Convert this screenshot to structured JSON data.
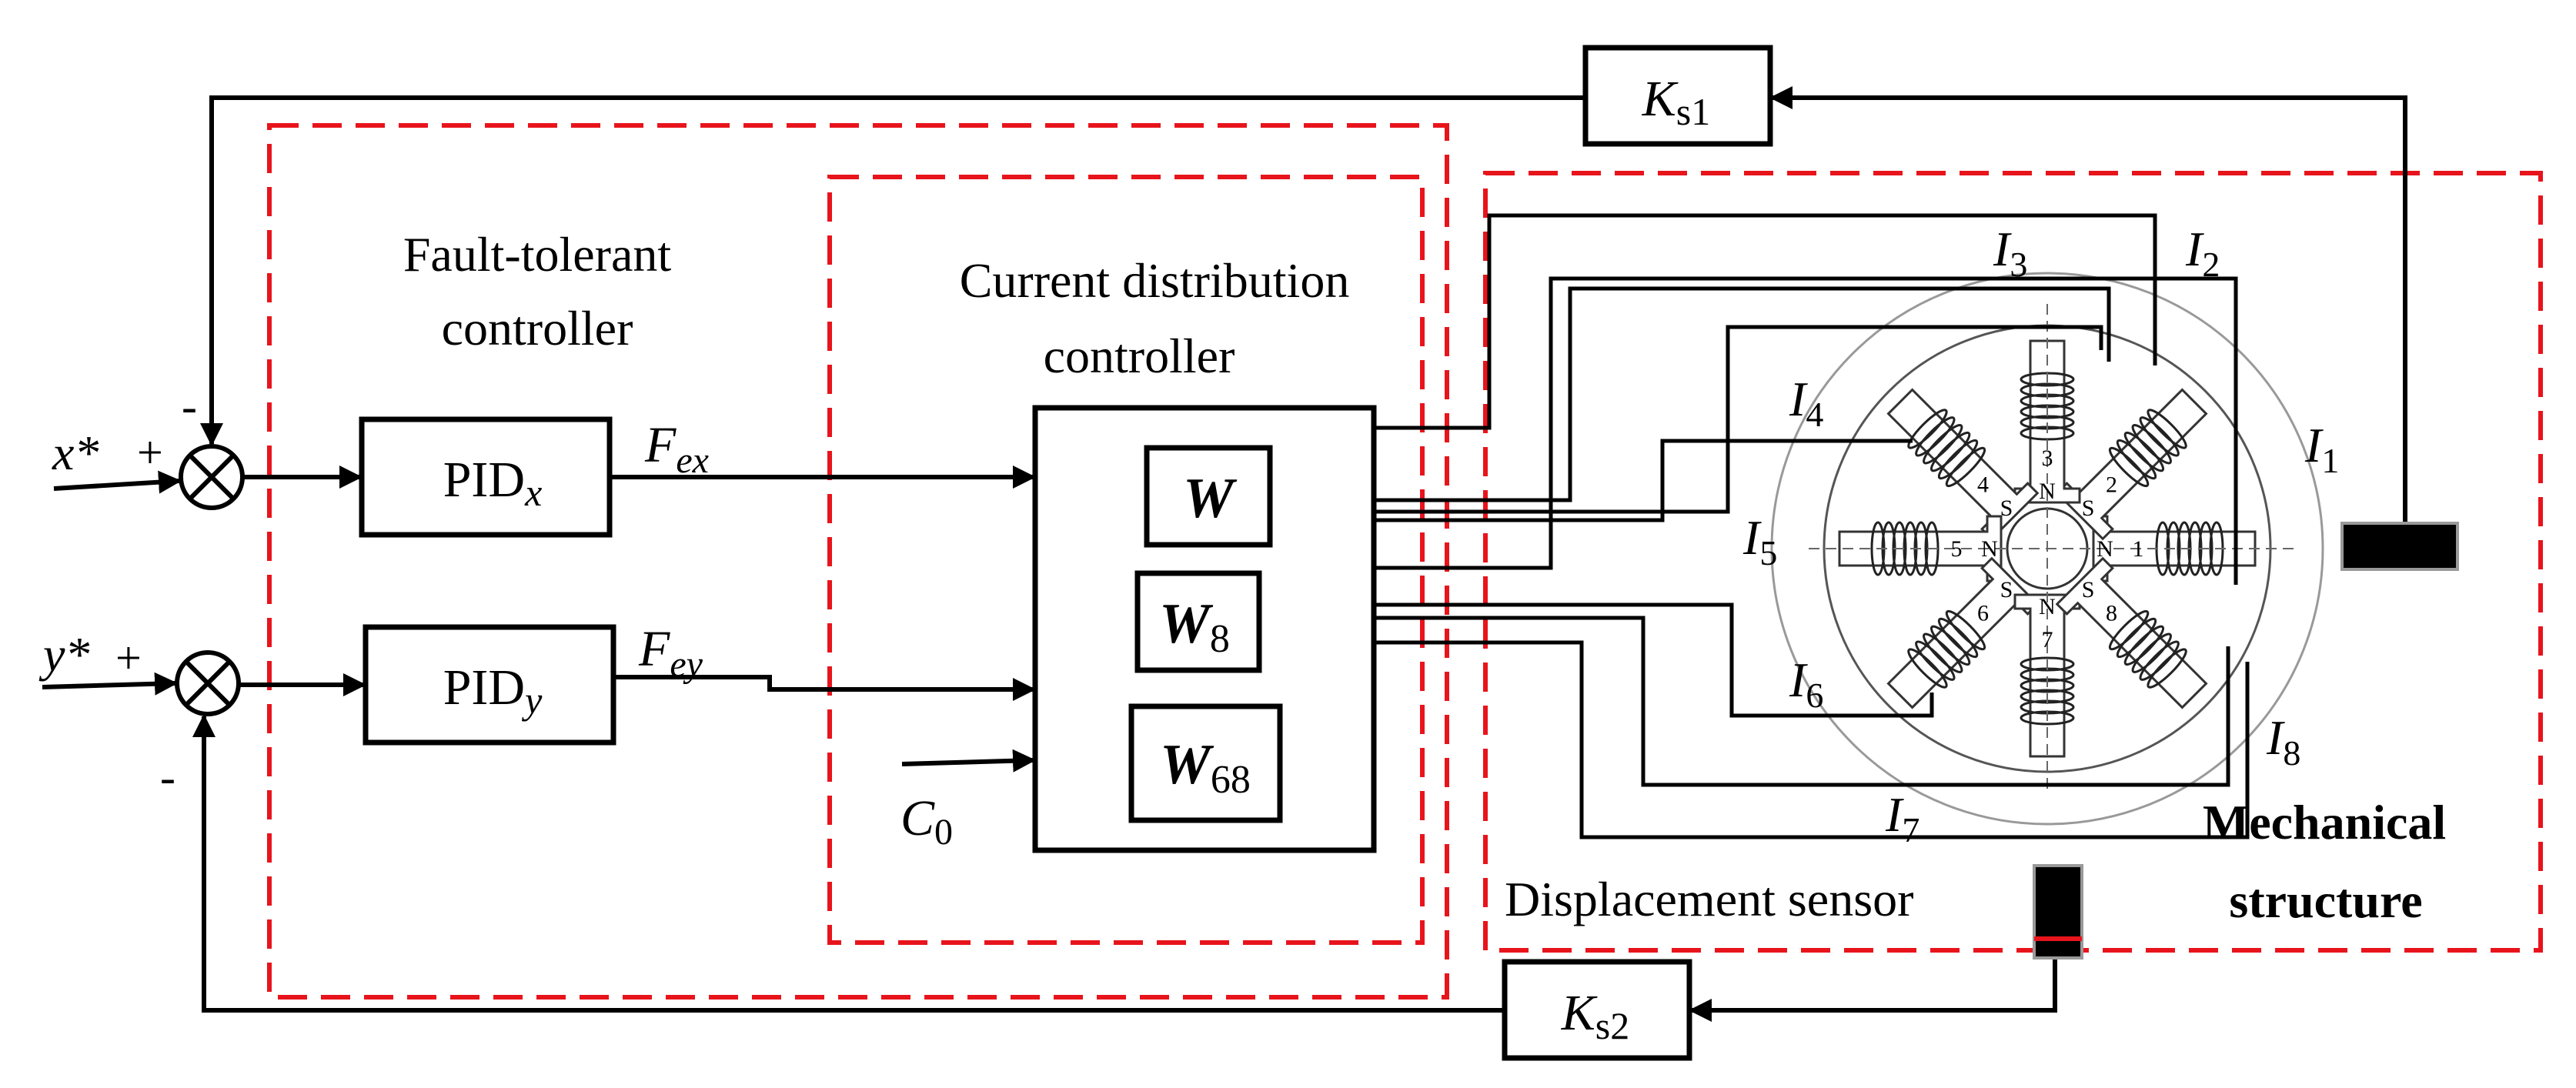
{
  "colors": {
    "dash": "#e8141c",
    "line": "#000000",
    "sensor": "#000000"
  },
  "labels": {
    "fault_tolerant": "Fault-tolerant",
    "controller": "controller",
    "current_distribution": "Current distribution",
    "current_controller": "controller",
    "mechanical": "Mechanical",
    "structure": "structure",
    "displacement_sensor": "Displacement sensor"
  },
  "signals": {
    "x_ref": "x*",
    "y_ref": "y*",
    "plus": "+",
    "minus": "-",
    "F": "F",
    "ex": "ex",
    "ey": "ey",
    "C": "C",
    "C_sub": "0"
  },
  "blocks": {
    "pid": "PID",
    "pid_x_sub": "x",
    "pid_y_sub": "y",
    "ks": "K",
    "ks1_sub": "s1",
    "ks2_sub": "s2",
    "w": "W",
    "w8_sub": "8",
    "w68_sub": "68"
  },
  "currents": {
    "symbol": "I",
    "subs": [
      "1",
      "2",
      "3",
      "4",
      "5",
      "6",
      "7",
      "8"
    ]
  },
  "poles": {
    "numbers": [
      "1",
      "2",
      "3",
      "4",
      "5",
      "6",
      "7",
      "8"
    ],
    "north": "N",
    "south": "S"
  },
  "icons": [
    "summing-junction-icon",
    "arrow-icon",
    "bearing-stator-icon",
    "sensor-icon"
  ]
}
